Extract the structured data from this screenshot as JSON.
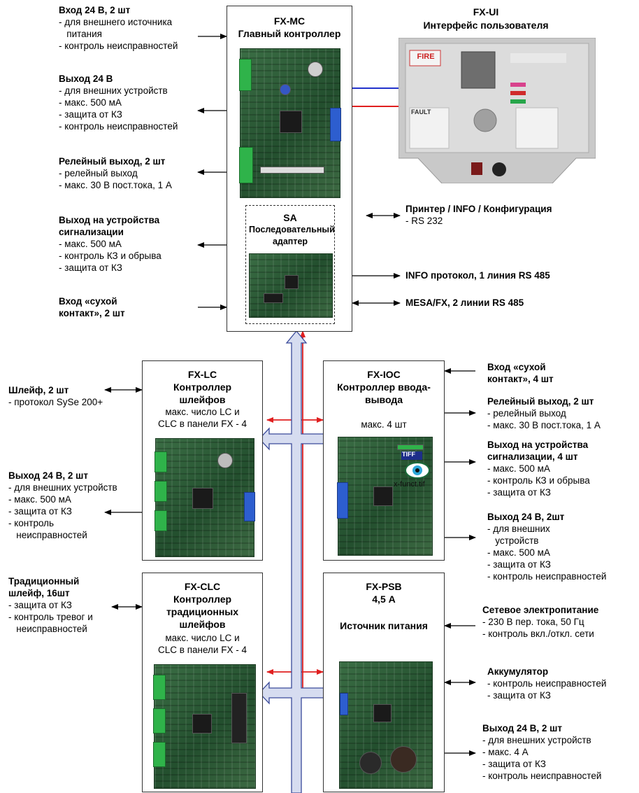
{
  "blocks": {
    "mc": {
      "title": "FX-MC",
      "subtitle": "Главный контроллер"
    },
    "ui": {
      "title": "FX-UI",
      "subtitle": "Интерфейс пользователя",
      "fire_label": "FIRE",
      "fault_label": "FAULT"
    },
    "sa": {
      "title": "SA",
      "subtitle": "Последовательный адаптер"
    },
    "lc": {
      "lines": [
        "FX-LC",
        "Контроллер",
        "шлейфов"
      ],
      "note": [
        "макс. число LC и",
        "CLC  в панели FX - 4"
      ]
    },
    "ioc": {
      "lines": [
        "FX-IOC",
        "Контроллер ввода-",
        "вывода"
      ],
      "note": [
        "макс. 4 шт"
      ]
    },
    "clc": {
      "lines": [
        "FX-CLC",
        "Контроллер",
        "традиционных",
        "шлейфов"
      ],
      "note": [
        "макс. число LC и",
        "CLC  в панели FX - 4"
      ]
    },
    "psb": {
      "lines": [
        "FX-PSB",
        "4,5 А"
      ],
      "subtitle": "Источник питания"
    }
  },
  "overlay": {
    "tiff_badge": "TIFF",
    "filename": "x-funct.tif"
  },
  "labels": [
    {
      "id": "mc-in24",
      "title": "Вход 24 В, 2 шт",
      "items": [
        "- для внешнего источника",
        "  питания",
        "- контроль неисправностей"
      ]
    },
    {
      "id": "mc-out24",
      "title": "Выход 24 В",
      "items": [
        "- для внешних устройств",
        "- макс. 500 мА",
        "- защита от КЗ",
        "- контроль неисправностей"
      ]
    },
    {
      "id": "mc-relay",
      "title": "Релейный выход, 2 шт",
      "items": [
        "- релейный выход",
        "- макс. 30 В пост.тока, 1 А"
      ]
    },
    {
      "id": "mc-signal",
      "title": "Выход на устройства\nсигнализации",
      "items": [
        "- макс. 500 мА",
        "- контроль КЗ и обрыва",
        "- защита от КЗ"
      ]
    },
    {
      "id": "mc-dry",
      "title": "Вход «сухой\nконтакт», 2 шт",
      "items": []
    },
    {
      "id": "sa-printer",
      "title": "Принтер / INFO / Конфигурация",
      "items": [
        "- RS 232"
      ]
    },
    {
      "id": "sa-info",
      "title": "INFO протокол, 1 линия RS 485",
      "items": []
    },
    {
      "id": "sa-mesa",
      "title": "MESA/FX, 2 линии RS 485",
      "items": []
    },
    {
      "id": "lc-loop",
      "title": "Шлейф, 2 шт",
      "items": [
        "- протокол SySe 200+"
      ]
    },
    {
      "id": "lc-out24",
      "title": "Выход 24 В, 2 шт",
      "items": [
        "- для внешних устройств",
        "- макс. 500 мА",
        "- защита от КЗ",
        "- контроль",
        "  неисправностей"
      ]
    },
    {
      "id": "clc-loop",
      "title": "Традиционный\nшлейф, 16шт",
      "items": [
        "- защита от КЗ",
        "- контроль тревог и",
        "  неисправностей"
      ]
    },
    {
      "id": "ioc-dry",
      "title": "Вход «сухой\nконтакт», 4 шт",
      "items": []
    },
    {
      "id": "ioc-relay",
      "title": "Релейный выход, 2 шт",
      "items": [
        "- релейный выход",
        "- макс. 30 В пост.тока, 1 А"
      ]
    },
    {
      "id": "ioc-signal",
      "title": "Выход на устройства\nсигнализации, 4 шт",
      "items": [
        "- макс. 500 мА",
        "- контроль КЗ и обрыва",
        "- защита от КЗ"
      ]
    },
    {
      "id": "ioc-out24",
      "title": "Выход 24 В, 2шт",
      "items": [
        "- для внешних",
        "  устройств",
        "- макс. 500 мА",
        "- защита от КЗ",
        "- контроль неисправностей"
      ]
    },
    {
      "id": "psb-mains",
      "title": "Сетевое электропитание",
      "items": [
        "- 230 В пер. тока, 50 Гц",
        "- контроль вкл./откл. сети"
      ]
    },
    {
      "id": "psb-battery",
      "title": "Аккумулятор",
      "items": [
        "- контроль неисправностей",
        "- защита от КЗ"
      ]
    },
    {
      "id": "psb-out24",
      "title": "Выход 24 В, 2 шт",
      "items": [
        "- для внешних устройств",
        "- макс. 4 А",
        "- защита от КЗ",
        "- контроль неисправностей"
      ]
    }
  ],
  "colors": {
    "bus_fill": "#d6dcf0",
    "bus_stroke": "#3a4a9a",
    "red_link": "#e02020",
    "blue_link": "#2233cc",
    "arrow": "#000000"
  }
}
